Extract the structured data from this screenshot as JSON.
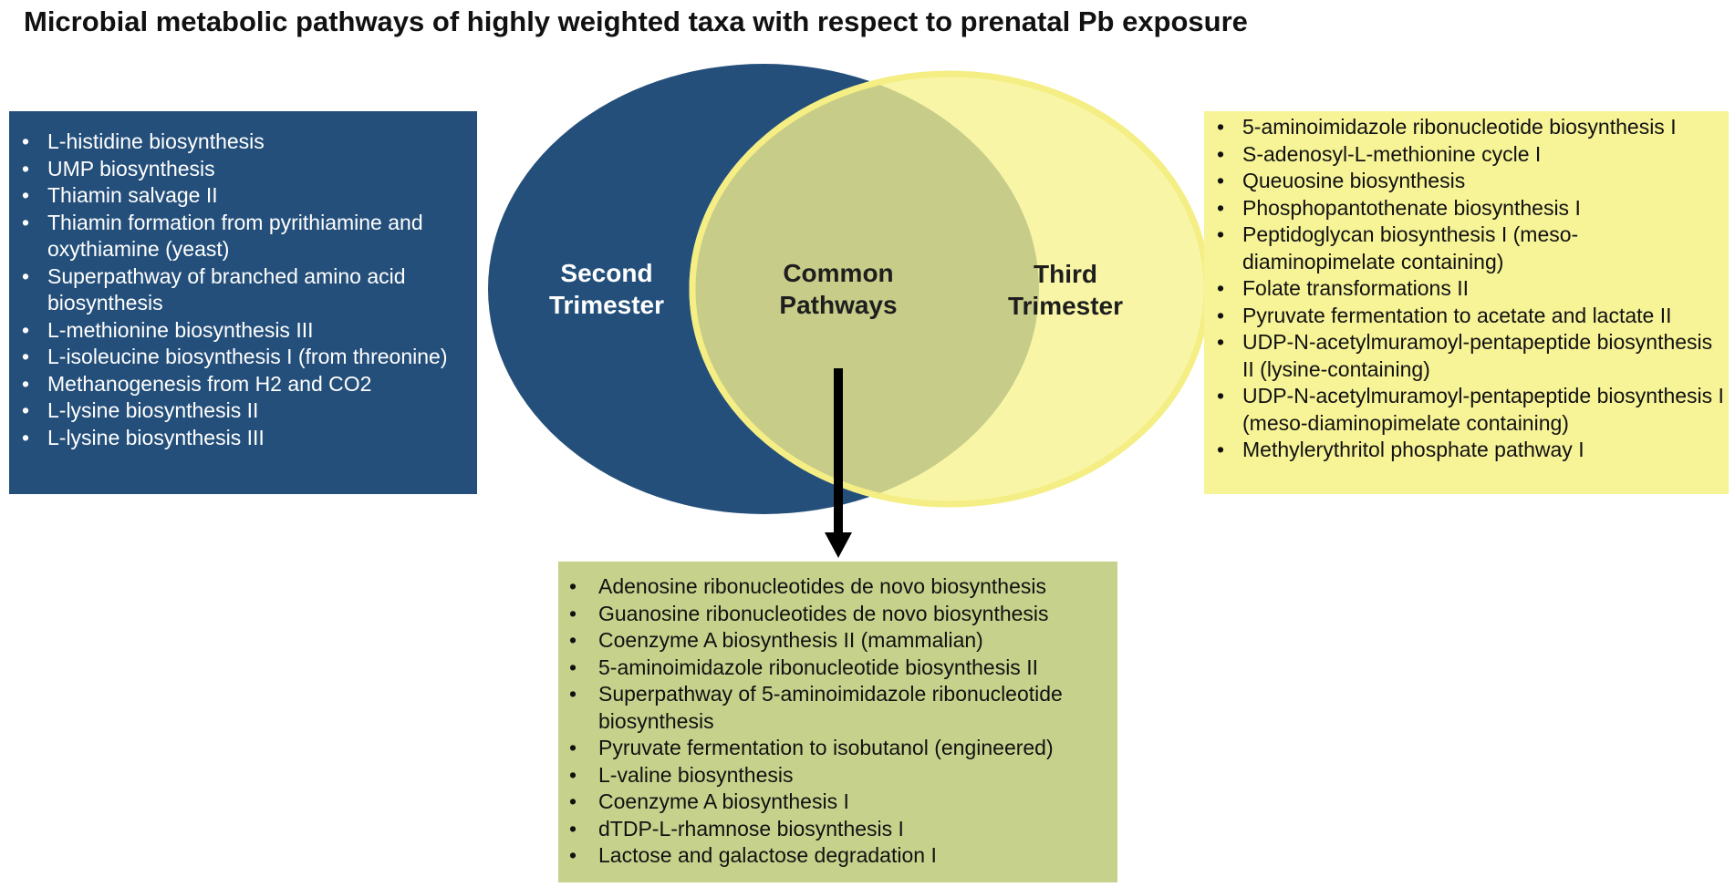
{
  "title": "Microbial metabolic pathways of highly weighted taxa with respect to prenatal Pb exposure",
  "colors": {
    "second_trimester": "#244f7a",
    "third_trimester": "#f7f397",
    "common": "#c6d28c",
    "overlap": "#c7cc88",
    "third_outline": "#f4ee84",
    "arrow": "#000000"
  },
  "venn": {
    "second_label": "Second Trimester",
    "common_label": "Common Pathways",
    "third_label": "Third Trimester",
    "second_lines": [
      "Second",
      "Trimester"
    ],
    "common_lines": [
      "Common",
      "Pathways"
    ],
    "third_lines": [
      "Third",
      "Trimester"
    ]
  },
  "second_trimester_pathways": [
    "L-histidine biosynthesis",
    "UMP biosynthesis",
    "Thiamin salvage II",
    "Thiamin formation from pyrithiamine and oxythiamine (yeast)",
    "Superpathway of branched amino acid biosynthesis",
    "L-methionine biosynthesis III",
    "L-isoleucine biosynthesis I (from threonine)",
    "Methanogenesis from H2 and CO2",
    "L-lysine biosynthesis II",
    "L-lysine biosynthesis III"
  ],
  "third_trimester_pathways": [
    "5-aminoimidazole ribonucleotide biosynthesis I",
    "S-adenosyl-L-methionine cycle I",
    "Queuosine biosynthesis",
    "Phosphopantothenate biosynthesis I",
    "Peptidoglycan biosynthesis I (meso-diaminopimelate containing)",
    "Folate transformations II",
    "Pyruvate fermentation to acetate and lactate II",
    "UDP-N-acetylmuramoyl-pentapeptide biosynthesis II (lysine-containing)",
    "UDP-N-acetylmuramoyl-pentapeptide biosynthesis I (meso-diaminopimelate containing)",
    "Methylerythritol phosphate pathway I"
  ],
  "common_pathways": [
    "Adenosine ribonucleotides de novo biosynthesis",
    "Guanosine ribonucleotides de novo biosynthesis",
    "Coenzyme A biosynthesis II (mammalian)",
    "5-aminoimidazole ribonucleotide biosynthesis II",
    "Superpathway of 5-aminoimidazole ribonucleotide biosynthesis",
    "Pyruvate fermentation to isobutanol (engineered)",
    "L-valine biosynthesis",
    "Coenzyme A biosynthesis I",
    "dTDP-L-rhamnose biosynthesis I",
    "Lactose and galactose degradation I"
  ],
  "bullet": "•"
}
